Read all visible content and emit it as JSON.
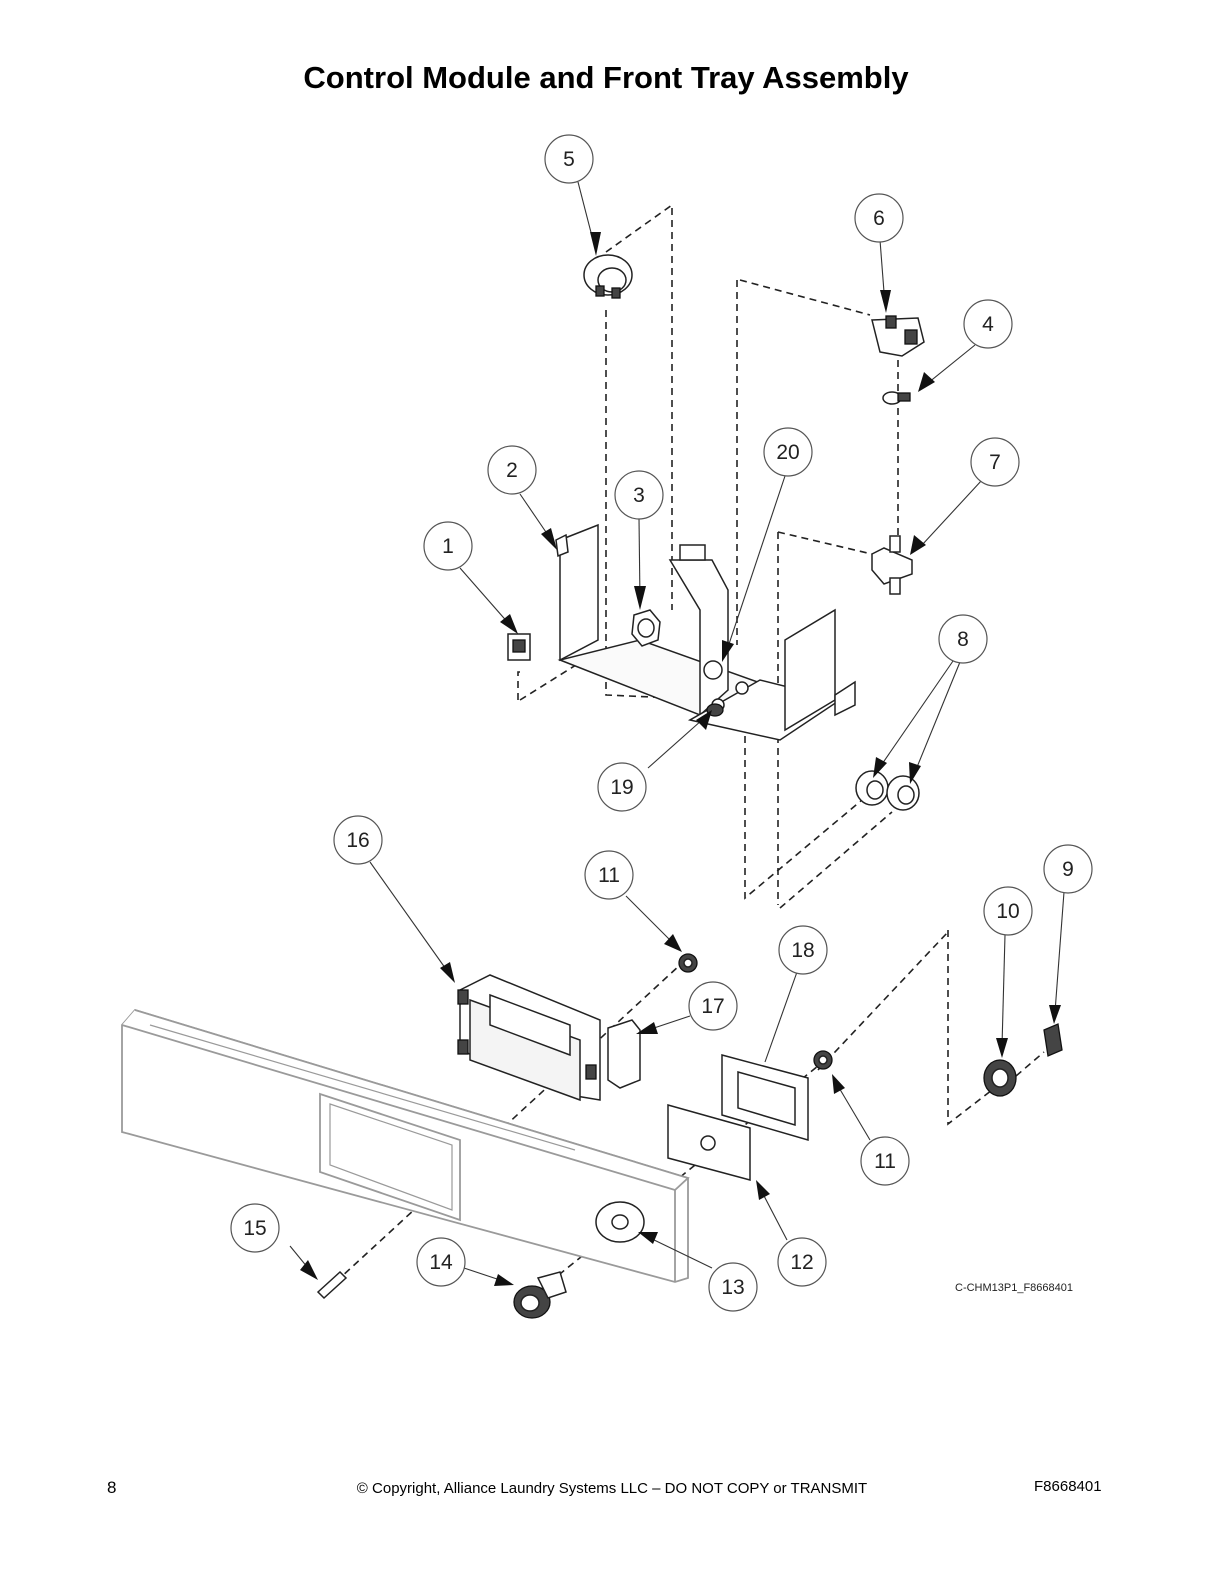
{
  "title": "Control Module and Front Tray Assembly",
  "drawing_code": "C-CHM13P1_F8668401",
  "footer": {
    "page_number": "8",
    "copyright": "© Copyright, Alliance Laundry Systems LLC – DO NOT COPY or TRANSMIT",
    "document_number": "F8668401"
  },
  "callouts": [
    "5",
    "6",
    "4",
    "20",
    "7",
    "2",
    "3",
    "1",
    "8",
    "19",
    "16",
    "11",
    "9",
    "10",
    "18",
    "17",
    "11",
    "15",
    "14",
    "13",
    "12"
  ]
}
